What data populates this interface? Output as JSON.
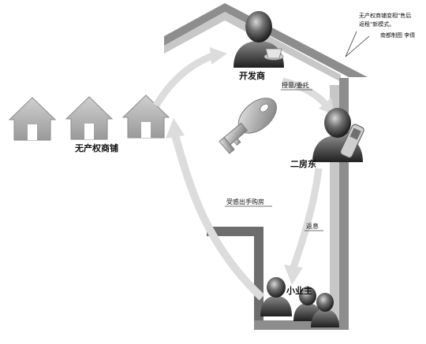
{
  "labels": {
    "developer": "开发商",
    "sublandlord": "二房东",
    "small_owner": "小业主",
    "no_title_shops": "无产权商铺"
  },
  "arrows": {
    "authorize": "授意/委托",
    "rebate": "返息",
    "buy": "受惑出手购房"
  },
  "caption": {
    "line1": "无产权商铺变相\"售后",
    "line2": "返租\"新模式。",
    "credit": "南都制图 李倩"
  },
  "colors": {
    "outline": "#6b6b6b",
    "arrow_fill": "#e4e4e4",
    "key": "#b0b0b0",
    "person_dark": "#3a3a3a"
  }
}
